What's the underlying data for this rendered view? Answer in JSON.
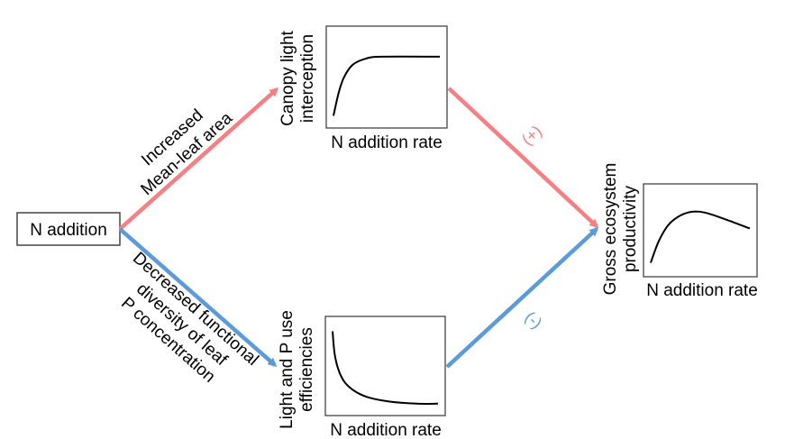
{
  "colors": {
    "positive": "#f57f82",
    "negative": "#5b9bd9",
    "ink": "#000000",
    "box_border": "#444444"
  },
  "source_node": {
    "label": "N addition"
  },
  "paths": [
    {
      "id": "upper",
      "mechanism_lines": [
        "Increased",
        "Mean-leaf area"
      ],
      "effect_sign": "(+)"
    },
    {
      "id": "lower",
      "mechanism_lines": [
        "Decreased functional",
        "diversity of leaf",
        "P concentration"
      ],
      "effect_sign": "(-)"
    }
  ],
  "panels": [
    {
      "id": "canopy",
      "ylabel_lines": [
        "Canopy light",
        "interception"
      ],
      "xlabel": "N addition rate",
      "curve_shape": "saturating",
      "curve": [
        [
          0.0,
          0.12
        ],
        [
          0.05,
          0.35
        ],
        [
          0.1,
          0.5
        ],
        [
          0.18,
          0.62
        ],
        [
          0.3,
          0.68
        ],
        [
          0.45,
          0.7
        ],
        [
          1.0,
          0.7
        ]
      ]
    },
    {
      "id": "efficiency",
      "ylabel_lines": [
        "Light and P use",
        "efficiencies"
      ],
      "xlabel": "N addition rate",
      "curve_shape": "decaying",
      "curve": [
        [
          0.0,
          0.85
        ],
        [
          0.02,
          0.62
        ],
        [
          0.06,
          0.45
        ],
        [
          0.12,
          0.33
        ],
        [
          0.22,
          0.24
        ],
        [
          0.35,
          0.18
        ],
        [
          0.55,
          0.14
        ],
        [
          0.8,
          0.12
        ],
        [
          1.0,
          0.12
        ]
      ]
    },
    {
      "id": "gep",
      "ylabel_lines": [
        "Gross ecosystem",
        "productivity"
      ],
      "xlabel": "N addition rate",
      "curve_shape": "hump",
      "curve": [
        [
          0.0,
          0.15
        ],
        [
          0.08,
          0.38
        ],
        [
          0.18,
          0.56
        ],
        [
          0.3,
          0.66
        ],
        [
          0.42,
          0.7
        ],
        [
          0.55,
          0.69
        ],
        [
          0.75,
          0.62
        ],
        [
          1.0,
          0.52
        ]
      ]
    }
  ]
}
